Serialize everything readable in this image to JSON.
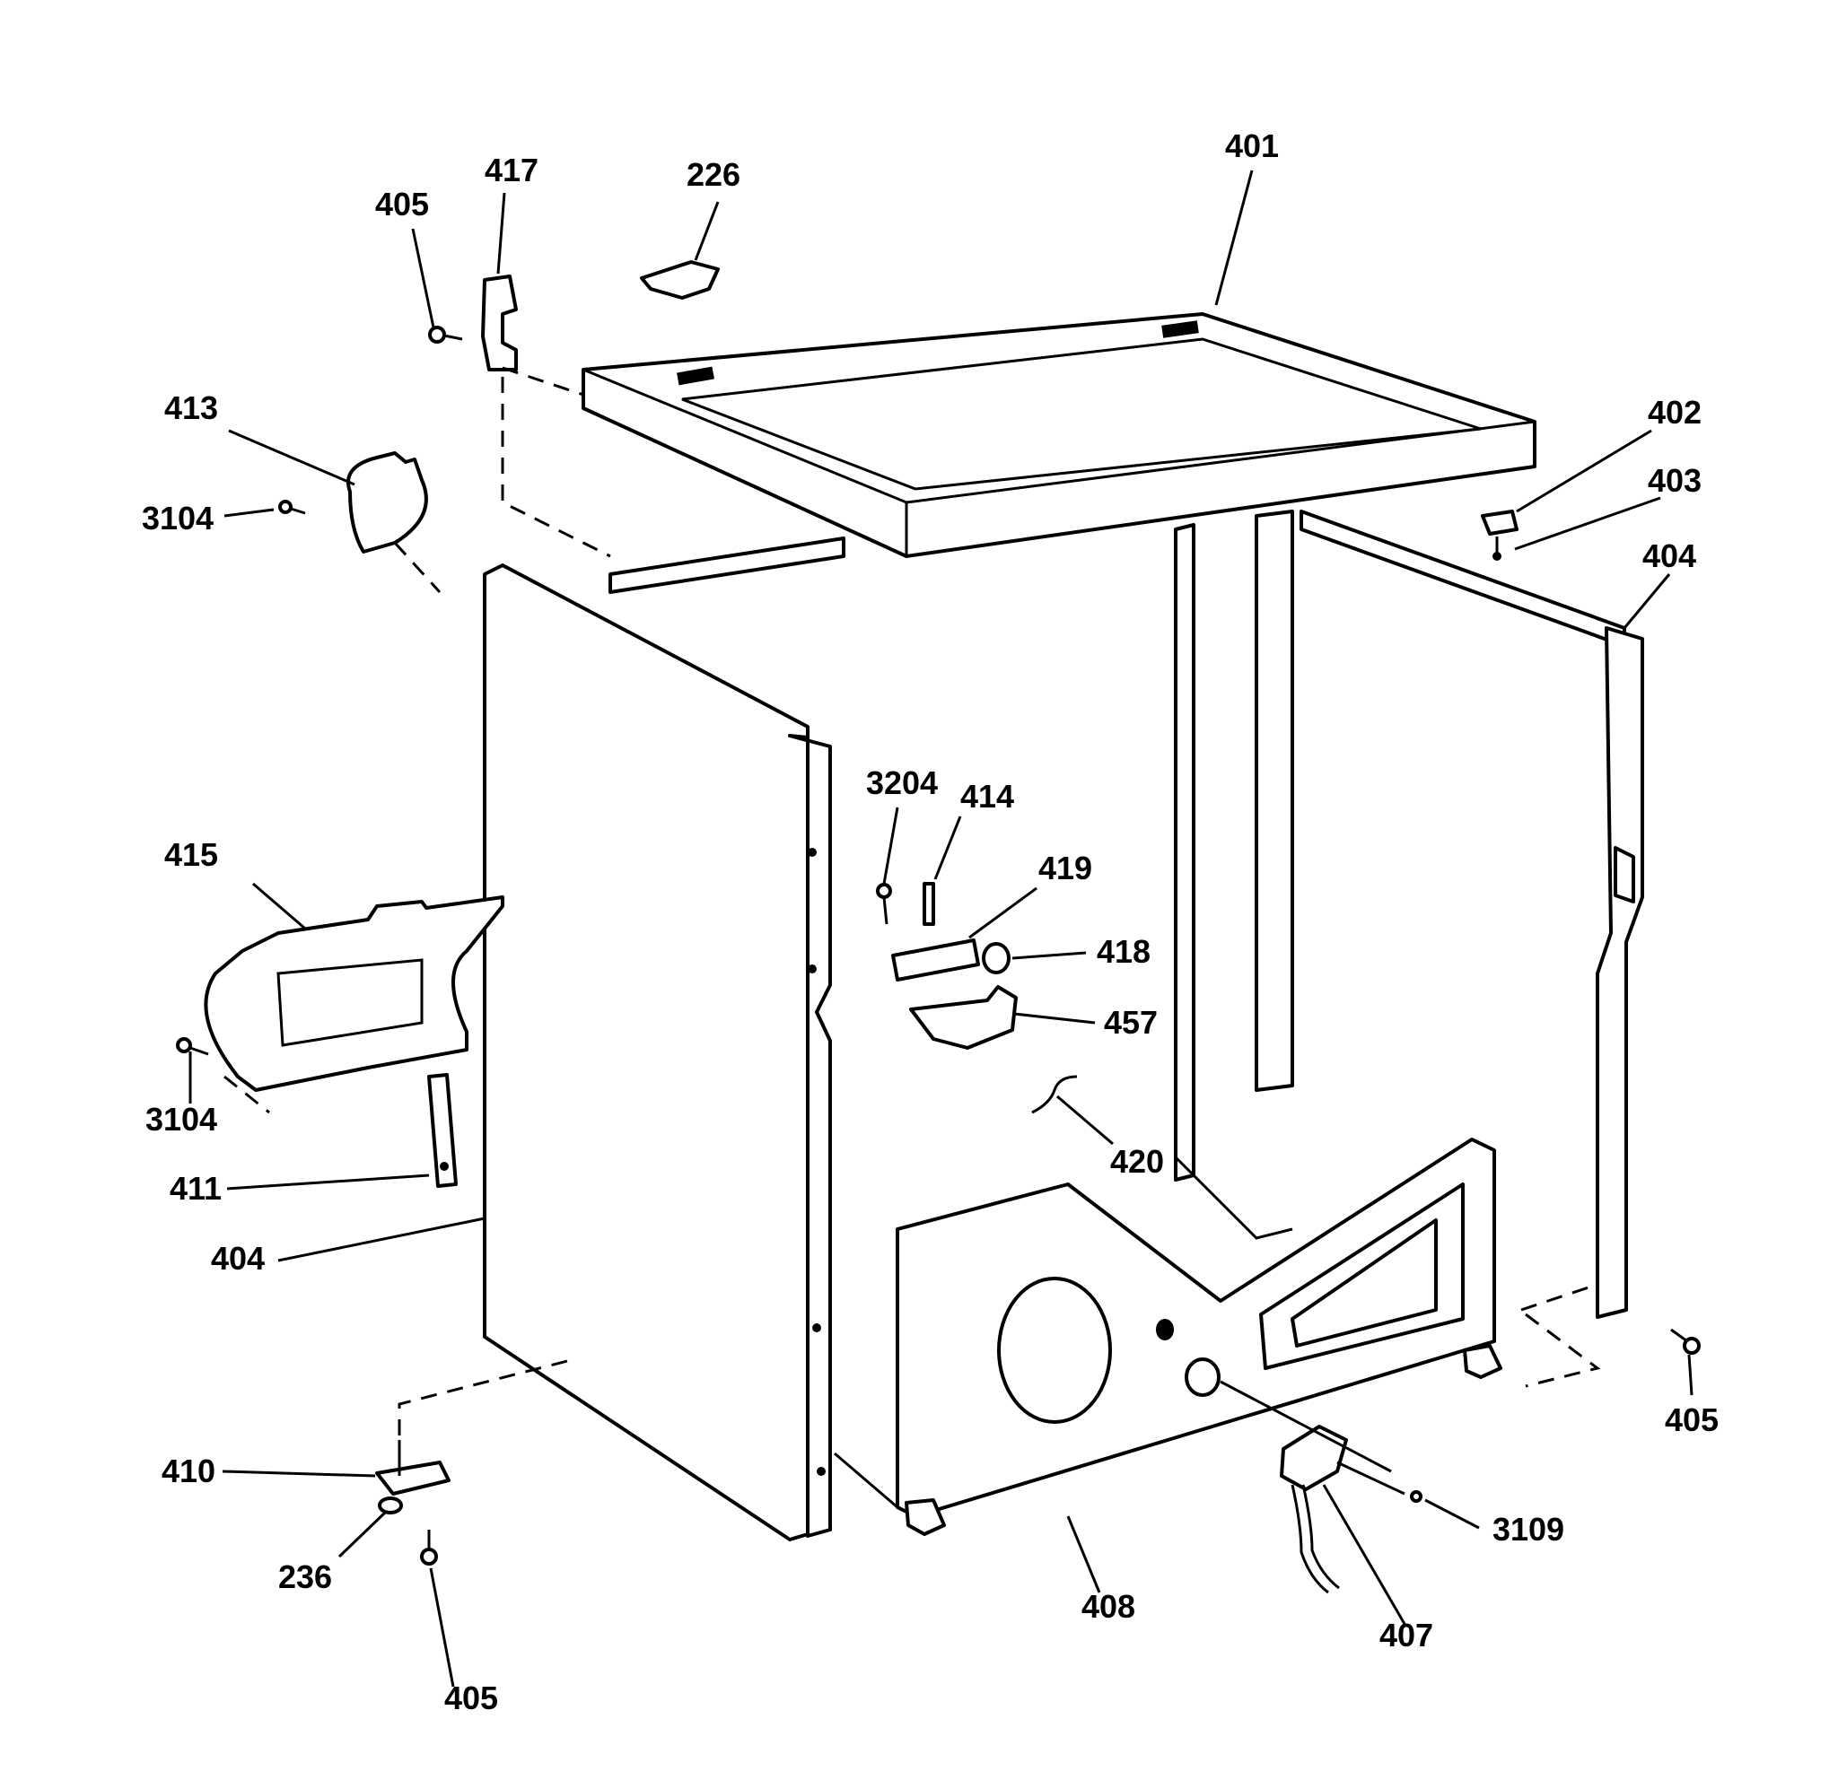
{
  "diagram": {
    "labels": {
      "l401": "401",
      "l417": "417",
      "l226": "226",
      "l405a": "405",
      "l413": "413",
      "l3104a": "3104",
      "l402": "402",
      "l403": "403",
      "l404r": "404",
      "l3204": "3204",
      "l414": "414",
      "l419": "419",
      "l418": "418",
      "l457": "457",
      "l415": "415",
      "l3104b": "3104",
      "l411": "411",
      "l420": "420",
      "l404l": "404",
      "l405r": "405",
      "l410": "410",
      "l3109": "3109",
      "l236": "236",
      "l408": "408",
      "l407": "407",
      "l405b": "405"
    }
  }
}
